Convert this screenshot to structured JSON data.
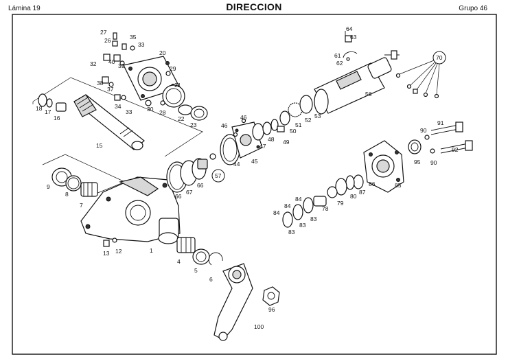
{
  "header": {
    "plate": "Lámina 19",
    "title": "DIRECCION",
    "group": "Grupo 46"
  },
  "labels": {
    "l1": "1",
    "l4": "4",
    "l5": "5",
    "l6": "6",
    "l7": "7",
    "l8": "8",
    "l9": "9",
    "l12": "12",
    "l13": "13",
    "l15": "15",
    "l16": "16",
    "l17": "17",
    "l18": "18",
    "l20": "20",
    "l21": "21",
    "l22": "22",
    "l23": "23",
    "l26": "26",
    "l27": "27",
    "l28": "28",
    "l29": "29",
    "l30": "30",
    "l32": "32",
    "l33a": "33",
    "l33b": "33",
    "l34": "34",
    "l35": "35",
    "l37": "37",
    "l38": "38",
    "l39": "39",
    "l40": "40",
    "l44": "44",
    "l45": "45",
    "l46a": "46",
    "l46b": "46",
    "l47": "47",
    "l48": "48",
    "l49": "49",
    "l50": "50",
    "l51": "51",
    "l52": "52",
    "l53": "53",
    "l56": "56",
    "l57": "57",
    "l61": "61",
    "l62": "62",
    "l63": "63",
    "l64": "64",
    "l66a": "66",
    "l66b": "66",
    "l67": "67",
    "l70": "70",
    "l78": "78",
    "l79": "79",
    "l80": "80",
    "l83a": "83",
    "l83b": "83",
    "l83c": "83",
    "l84a": "84",
    "l84b": "84",
    "l84c": "84",
    "l85": "85",
    "l86": "86",
    "l87": "87",
    "l90a": "90",
    "l90b": "90",
    "l91": "91",
    "l92": "92",
    "l95": "95",
    "l96": "96",
    "l100": "100"
  }
}
